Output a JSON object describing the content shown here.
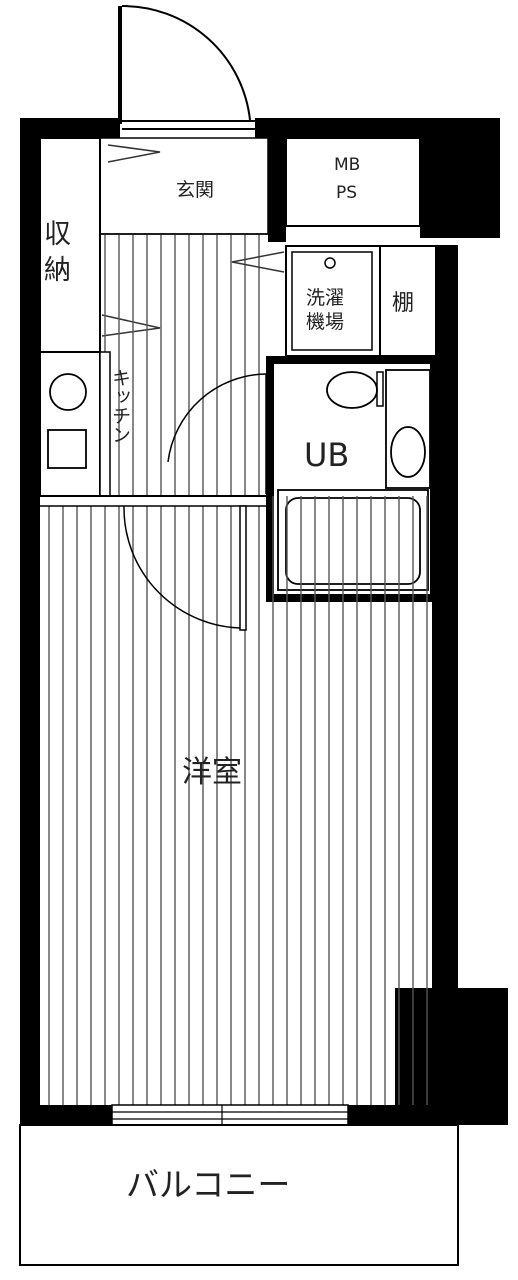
{
  "rooms": {
    "entrance": "玄関",
    "mb_ps_line1": "MB",
    "mb_ps_line2": "PS",
    "storage_line1": "収",
    "storage_line2": "納",
    "laundry_line1": "洗濯",
    "laundry_line2": "機場",
    "shelf": "棚",
    "kitchen": "キッチン",
    "unit_bath": "UB",
    "western_room": "洋室",
    "balcony": "バルコニー"
  },
  "colors": {
    "wall": "#000000",
    "line": "#444444",
    "floor_line": "#555555"
  }
}
